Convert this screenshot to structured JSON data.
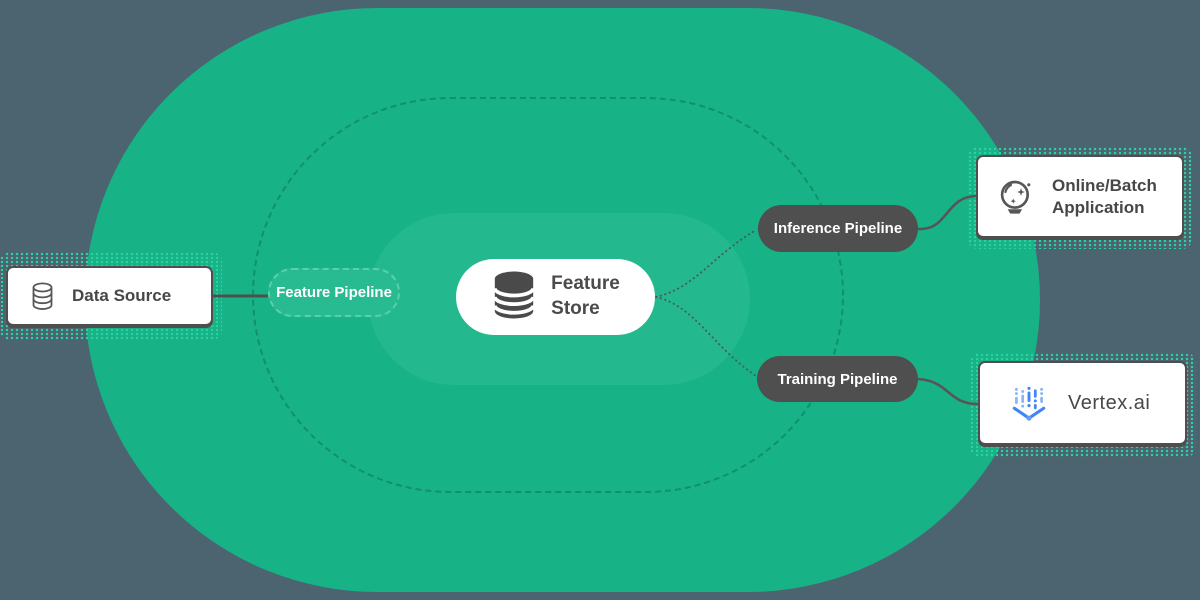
{
  "diagram": {
    "title": "Feature store pipeline diagram",
    "colors": {
      "page_background": "#4c6470",
      "stadium_green": "#18b287",
      "inner_zone_green": "#23b88d",
      "halo_dot_green": "#2bd2a1",
      "dark_gray": "#4f4f4f",
      "vertex_blue": "#4285f4"
    },
    "nodes": {
      "data_source": {
        "label": "Data Source",
        "icon": "database-outline-icon"
      },
      "feature_pipeline": {
        "label": "Feature Pipeline"
      },
      "feature_store": {
        "label": "Feature\nStore",
        "icon": "database-icon"
      },
      "inference_pipeline": {
        "label": "Inference Pipeline"
      },
      "training_pipeline": {
        "label": "Training Pipeline"
      },
      "online_batch_app": {
        "label": "Online/Batch\nApplication",
        "icon": "crystal-ball-icon"
      },
      "vertex_ai": {
        "label": "Vertex.ai",
        "icon": "vertex-ai-icon"
      }
    }
  }
}
